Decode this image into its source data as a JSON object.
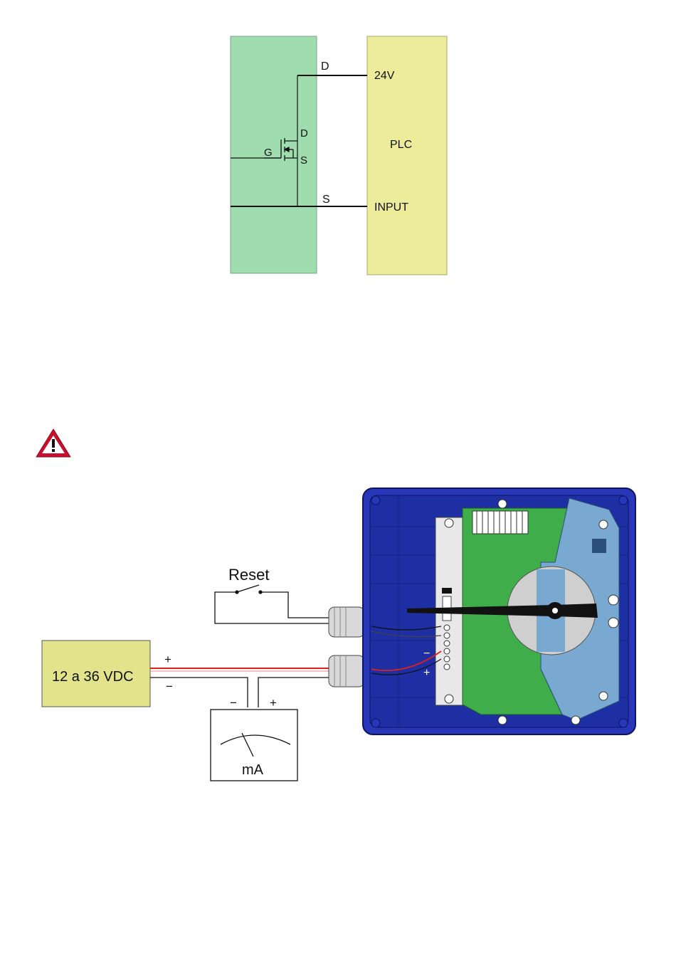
{
  "mosfet_diagram": {
    "drain_label": "D",
    "source_label": "S",
    "plc_label": "PLC",
    "terminal_24v": "24V",
    "terminal_input": "INPUT",
    "transistor": {
      "gate": "G",
      "drain": "D",
      "source": "S"
    },
    "colors": {
      "sensor_box": "#9fdcae",
      "plc_box": "#ecec9a"
    }
  },
  "warning": {
    "icon": "warning-triangle-icon",
    "color": "#c8102e"
  },
  "wiring_diagram": {
    "reset_label": "Reset",
    "power_supply_label": "12 a 36 VDC",
    "supply_plus": "+",
    "supply_minus": "−",
    "meter_minus": "−",
    "meter_plus": "+",
    "meter_unit": "mA",
    "board_minus": "−",
    "board_plus": "+",
    "colors": {
      "housing": "#2737b8",
      "pcb_green": "#3fae4a",
      "pcb_blue": "#79a9d1",
      "power_box": "#e3e38c",
      "wire_red": "#e0201a"
    }
  }
}
